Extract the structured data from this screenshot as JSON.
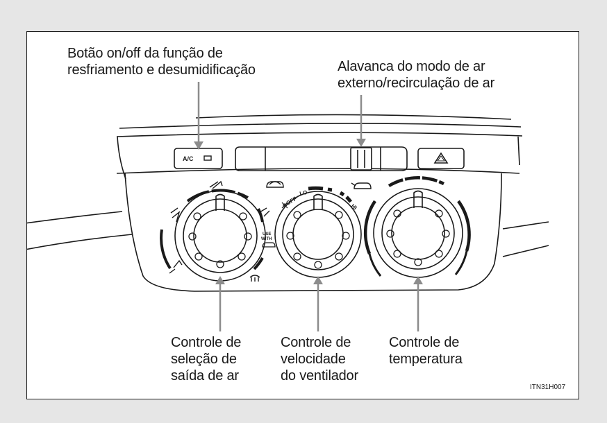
{
  "labels": {
    "ac_button": [
      "Botão on/off da função de",
      "resfriamento e desumidificação"
    ],
    "air_lever": [
      "Alavanca do modo de ar",
      "externo/recirculação de ar"
    ],
    "outlet_control": [
      "Controle de",
      "seleção de",
      "saída de ar"
    ],
    "fan_control": [
      "Controle de",
      "velocidade",
      "do ventilador"
    ],
    "temp_control": [
      "Controle de",
      "temperatura"
    ]
  },
  "panel": {
    "ac_label": "A/C",
    "fan_off": "OFF",
    "fan_lo": "LO",
    "fan_hi": "HI",
    "use_with": [
      "USE",
      "WITH"
    ]
  },
  "figure_code": "ITN31H007",
  "colors": {
    "page_bg": "#e6e6e6",
    "frame_bg": "#ffffff",
    "ink": "#1a1a1a",
    "leader_line": "#8c8c8c"
  }
}
